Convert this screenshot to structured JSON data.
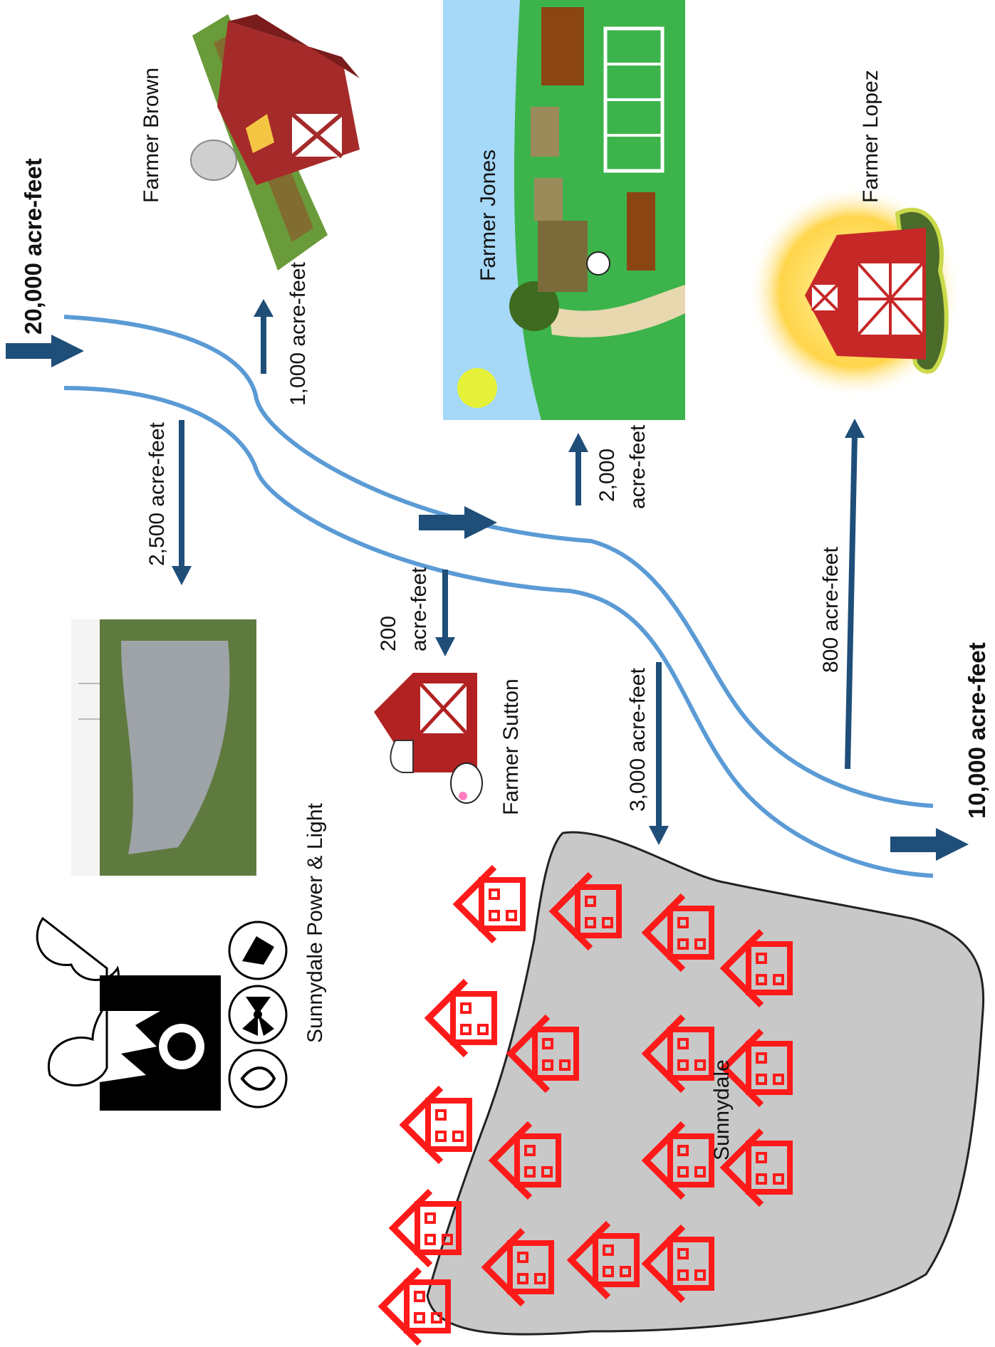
{
  "source": {
    "inflow_label": "20,000 acre-feet"
  },
  "outflow": {
    "label": "10,000 acre-feet"
  },
  "farmers": {
    "brown": {
      "name": "Farmer Brown",
      "withdrawal": "1,000 acre-feet"
    },
    "jones": {
      "name": "Farmer Jones",
      "withdrawal_line1": "2,000",
      "withdrawal_line2": "acre-feet"
    },
    "lopez": {
      "name": "Farmer Lopez",
      "withdrawal": "800 acre-feet"
    },
    "sutton": {
      "name": "Farmer Sutton",
      "withdrawal_line1": "200",
      "withdrawal_line2": "acre-feet"
    }
  },
  "utility": {
    "name": "Sunnydale Power & Light",
    "withdrawal": "2,500 acre-feet"
  },
  "town": {
    "name": "Sunnydale",
    "withdrawal": "3,000 acre-feet"
  },
  "colors": {
    "river": "#5b9bd5",
    "arrow": "#1f4e79",
    "house": "#ff1a1a",
    "town_fill": "#c8c8c8",
    "barn": "#b22222"
  }
}
